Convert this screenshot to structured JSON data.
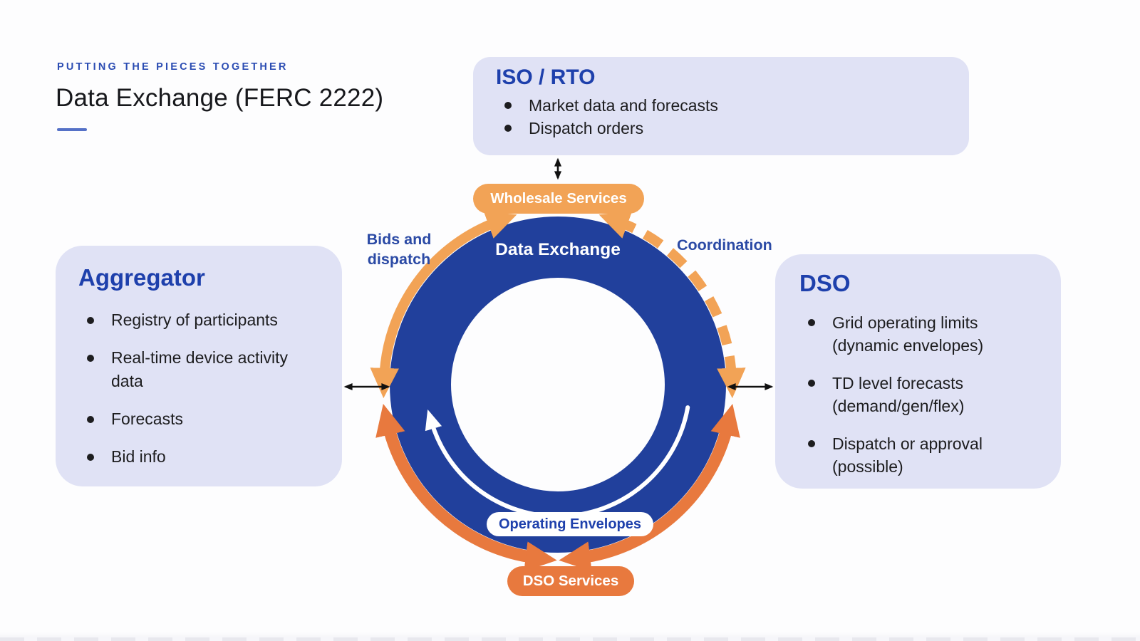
{
  "slide": {
    "kicker": "PUTTING THE PIECES TOGETHER",
    "title": "Data Exchange (FERC 2222)"
  },
  "boxes": {
    "iso": {
      "heading": "ISO / RTO",
      "bullets": [
        "Market data and forecasts",
        "Dispatch orders"
      ]
    },
    "aggregator": {
      "heading": "Aggregator",
      "bullets": [
        "Registry of participants",
        "Real-time device activity data",
        "Forecasts",
        "Bid info"
      ]
    },
    "dso": {
      "heading": "DSO",
      "bullets": [
        "Grid operating limits (dynamic envelopes)",
        "TD level forecasts (demand/gen/flex)",
        "Dispatch or approval (possible)"
      ]
    }
  },
  "diagram": {
    "center_label": "Data Exchange",
    "pills": {
      "wholesale": "Wholesale Services",
      "operating": "Operating Envelopes",
      "dso": "DSO Services"
    },
    "flow_labels": {
      "left": "Bids and dispatch",
      "right": "Coordination"
    },
    "colors": {
      "ring_blue": "#21409C",
      "arc_orange_light": "#F2A356",
      "arc_orange_dark": "#E8793E",
      "panel_lavender": "#E0E2F5",
      "heading_blue": "#1E40AC",
      "label_blue": "#2B4AA5",
      "text_dark": "#1D1D1F",
      "arrow_black": "#111111",
      "white": "#FFFFFF"
    }
  }
}
